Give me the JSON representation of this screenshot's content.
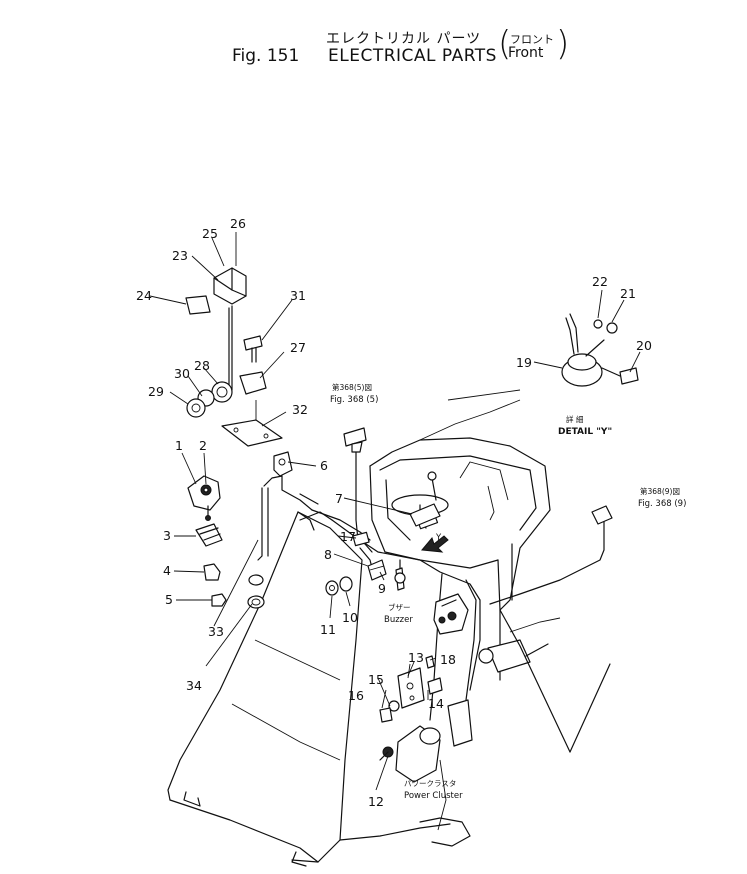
{
  "header": {
    "title_jp": "エレクトリカル パーツ",
    "fig_label": "Fig. 151",
    "title_en": "ELECTRICAL PARTS",
    "paren_jp": "フロント",
    "paren_en": "Front"
  },
  "callouts": [
    "1",
    "2",
    "3",
    "4",
    "5",
    "6",
    "7",
    "8",
    "9",
    "10",
    "11",
    "12",
    "13",
    "14",
    "15",
    "16",
    "17",
    "18",
    "19",
    "20",
    "21",
    "22",
    "23",
    "24",
    "25",
    "26",
    "27",
    "28",
    "29",
    "30",
    "31",
    "32",
    "33",
    "34"
  ],
  "annotations": {
    "ref_top_jp": "第368(5)図",
    "ref_top_en": "Fig. 368 (5)",
    "ref_right_jp": "第368(9)図",
    "ref_right_en": "Fig. 368 (9)",
    "buzzer_jp": "ブザー",
    "buzzer_en": "Buzzer",
    "cluster_jp": "パワークラスタ",
    "cluster_en": "Power Cluster",
    "detail_jp": "詳 細",
    "detail_en": "DETAIL \"Y\"",
    "view_letter": "Y"
  }
}
